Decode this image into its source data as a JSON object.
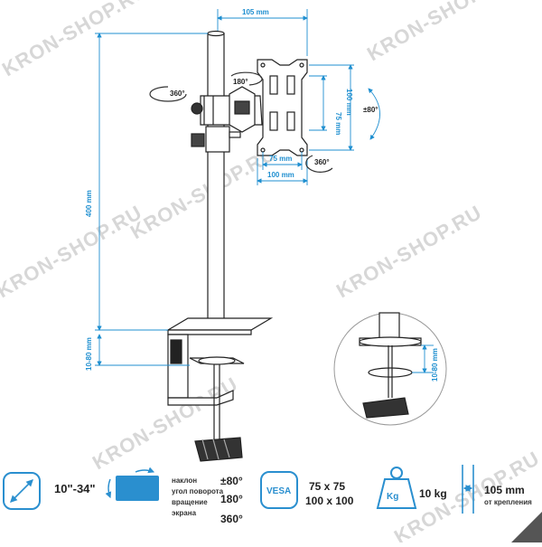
{
  "watermarks": [
    "KRON-SHOP.RU",
    "KRON-SHOP.RU",
    "KRON-SHOP.RU",
    "KRON-SHOP.RU",
    "KRON-SHOP.RU",
    "KRON-SHOP.RU",
    "KRON-SHOP.RU"
  ],
  "dimensions": {
    "top_width": "105 mm",
    "height": "400 mm",
    "clamp_range": "10-80 mm",
    "detail_clamp_range": "10-80 mm",
    "vesa_h_small": "75 mm",
    "vesa_h_large": "100 mm",
    "vesa_v_small": "75 mm",
    "vesa_v_large": "100 mm",
    "rotate_left": "360°",
    "rotate_top": "180°",
    "rotate_bottom": "360°",
    "tilt": "±80°"
  },
  "specs": {
    "screen_size": "10\"-34\"",
    "tilt_label": "наклон",
    "swivel_label": "угол поворота",
    "rotation_label_1": "вращение",
    "rotation_label_2": "экрана",
    "tilt_value": "±80°",
    "swivel_value": "180°",
    "rotation_value": "360°",
    "vesa_label": "VESA",
    "vesa_value_1": "75 x 75",
    "vesa_value_2": "100 x 100",
    "weight_unit": "Kg",
    "weight_value": "10 kg",
    "distance_value": "105 mm",
    "distance_label": "от крепления"
  }
}
